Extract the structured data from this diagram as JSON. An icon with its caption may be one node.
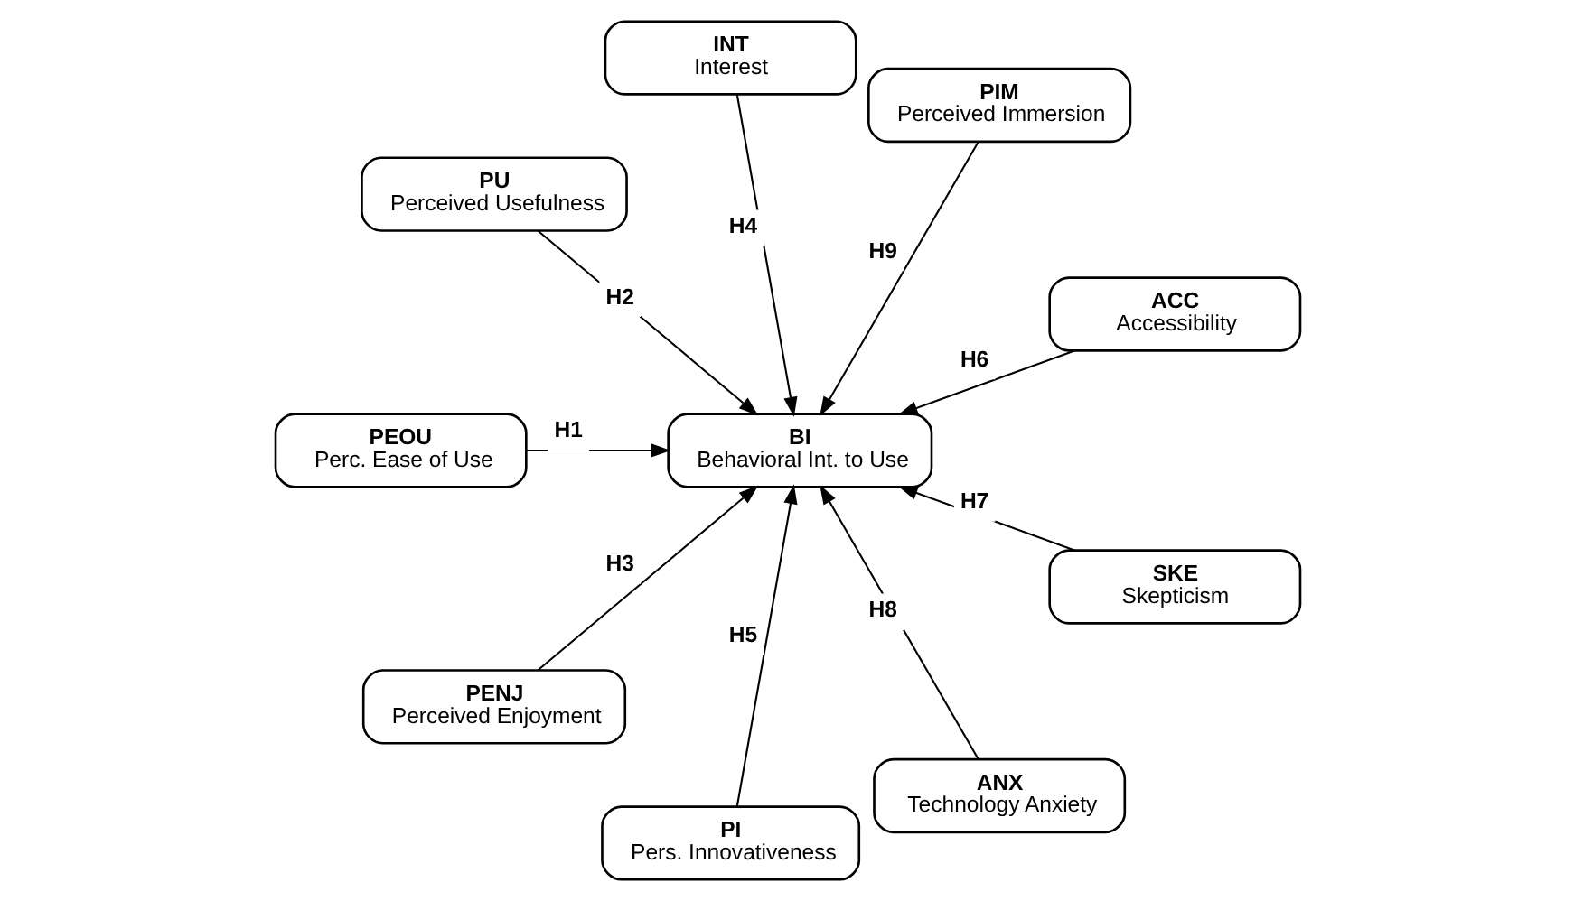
{
  "diagram": {
    "nodes": [
      {
        "text": [
          "ACC",
          "Accessibility"
        ]
      },
      {
        "text": [
          "PIM",
          "Perceived Immersion"
        ]
      },
      {
        "text": [
          "INT",
          "Interest"
        ]
      },
      {
        "text": [
          "PU",
          "Perceived Usefulness"
        ]
      },
      {
        "text": [
          "PEOU",
          "Perc. Ease of Use"
        ]
      },
      {
        "text": [
          "PENJ",
          "Perceived Enjoyment"
        ]
      },
      {
        "text": [
          "BI",
          "Behavioral Int. to Use"
        ]
      },
      {
        "text": [
          "PI",
          "Pers. Innovativeness"
        ]
      },
      {
        "text": [
          "ANX",
          "Technology Anxiety"
        ]
      },
      {
        "text": [
          "SKE",
          "Skepticism"
        ]
      }
    ],
    "edges": [
      {
        "from": 0,
        "to": 6,
        "arrow": "to",
        "label": "H6"
      },
      {
        "from": 1,
        "to": 6,
        "arrow": "to",
        "label": "H9"
      },
      {
        "from": 2,
        "to": 6,
        "arrow": "to",
        "label": "H4"
      },
      {
        "from": 3,
        "to": 6,
        "arrow": "to",
        "label": "H2"
      },
      {
        "from": 4,
        "to": 6,
        "arrow": "to",
        "label": "H1"
      },
      {
        "from": 5,
        "to": 6,
        "arrow": "to",
        "label": "H3"
      },
      {
        "from": 7,
        "to": 6,
        "arrow": "to",
        "label": "H5"
      },
      {
        "from": 8,
        "to": 6,
        "arrow": "to",
        "label": "H8"
      },
      {
        "from": 9,
        "to": 6,
        "arrow": "to",
        "label": "H7"
      }
    ]
  }
}
